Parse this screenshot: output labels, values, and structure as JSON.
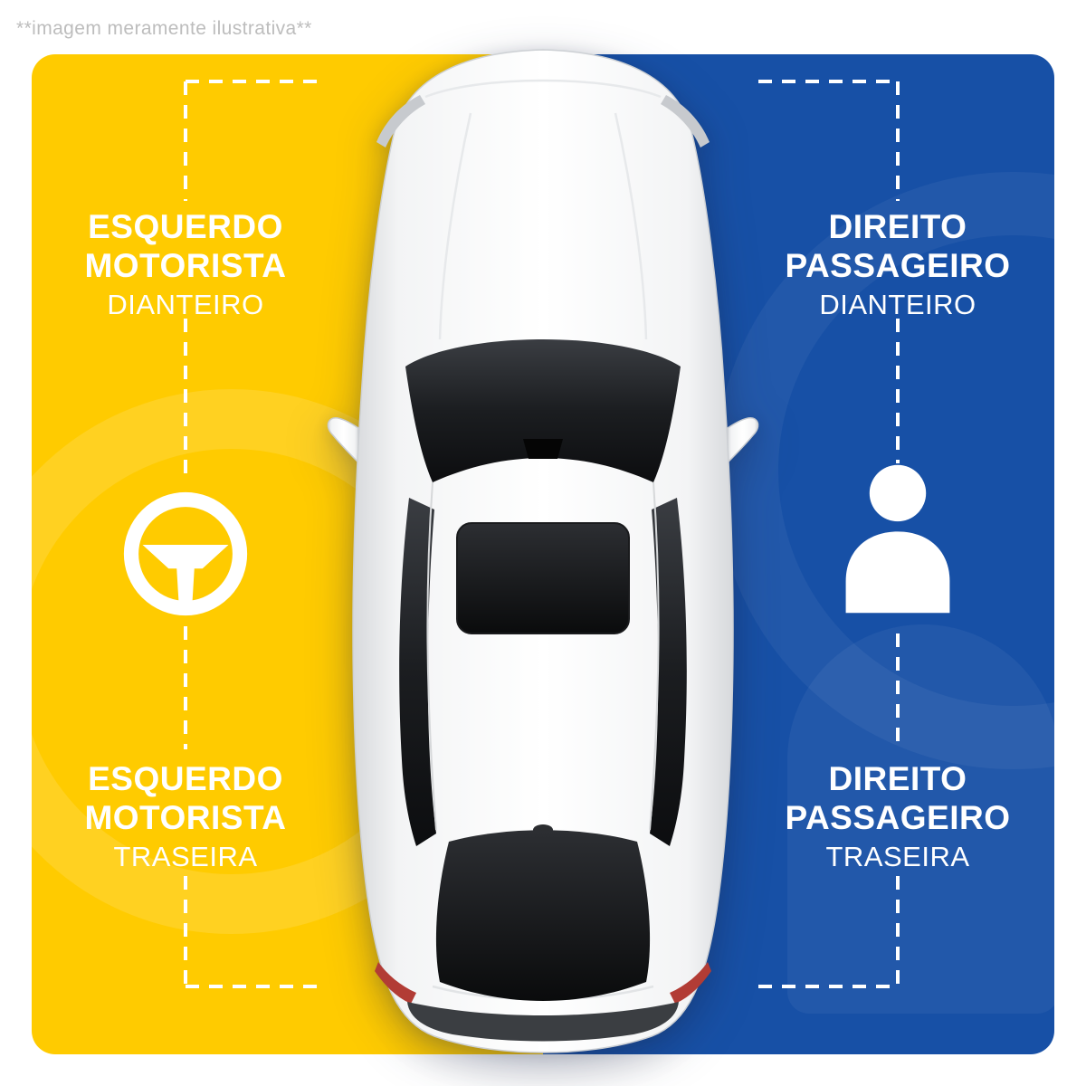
{
  "disclaimer": "**imagem meramente ilustrativa**",
  "colors": {
    "left_panel": "#FFCB00",
    "right_panel": "#1750A6",
    "label_text": "#FFFFFF",
    "disclaimer_text": "#BDBDBD",
    "guide_dash": "#FFFFFF"
  },
  "left_panel": {
    "side": "motorista",
    "front_label": {
      "line1": "ESQUERDO",
      "line2": "MOTORISTA",
      "line3": "DIANTEIRO"
    },
    "rear_label": {
      "line1": "ESQUERDO",
      "line2": "MOTORISTA",
      "line3": "TRASEIRA"
    },
    "icon": "steering-wheel-icon"
  },
  "right_panel": {
    "side": "passageiro",
    "front_label": {
      "line1": "DIREITO",
      "line2": "PASSAGEIRO",
      "line3": "DIANTEIRO"
    },
    "rear_label": {
      "line1": "DIREITO",
      "line2": "PASSAGEIRO",
      "line3": "TRASEIRA"
    },
    "icon": "passenger-icon"
  },
  "illustration": "top-down-white-car"
}
